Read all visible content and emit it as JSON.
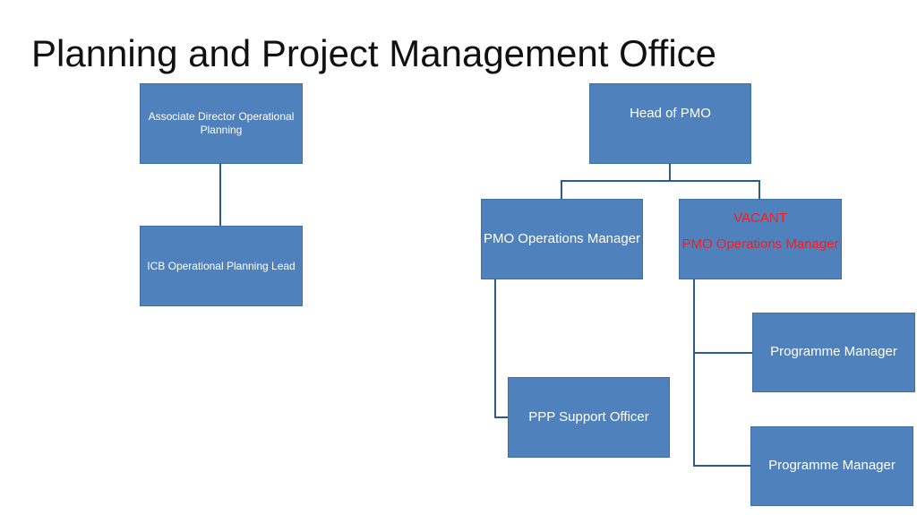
{
  "title": "Planning and Project Management Office",
  "colors": {
    "box_fill": "#4f81bd",
    "box_text": "#ffffff",
    "vacant_text": "#ff1a1a",
    "connector": "#2e5b8f"
  },
  "left_chart": {
    "associate_director": "Associate Director Operational Planning",
    "icb_lead": "ICB Operational Planning Lead"
  },
  "right_chart": {
    "head": "Head of PMO",
    "ops_manager": "PMO Operations Manager",
    "vacant_label": "VACANT",
    "vacant_role": "PMO Operations Manager",
    "ppp_support": "PPP Support Officer",
    "programme_manager_1": "Programme Manager",
    "programme_manager_2": "Programme Manager"
  }
}
